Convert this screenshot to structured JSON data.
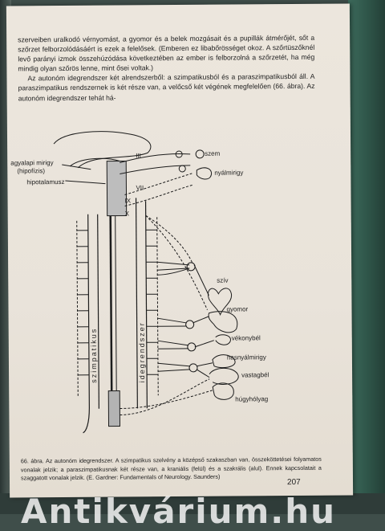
{
  "paragraphs": [
    "szerveiben uralkodó vérnyomást, a gyomor és a belek mozgásait és a pupillák átmérőjét, sőt a szőrzet felborzolódásáért is ezek a felelősek. (Emberen ez libabőrösséget okoz. A szőrtüszőknél levő parányi izmok összehúzódása következtében az ember is felborzolná a szőrzetét, ha még mindig olyan szőrös lenne, mint ősei voltak.)",
    "Az autonóm idegrendszer két alrendszerből: a szimpatikusból és a paraszimpatikusból áll. A paraszimpatikus rendszernek is két része van, a velőcső két végének megfelelően (66. ábra). Az autonóm idegrendszer tehát há-"
  ],
  "figure": {
    "labels_left": {
      "agyalapi": "agyalapi mirigy",
      "hipofizis": "(hipofízis)",
      "hipotalamusz": "hipotalamusz"
    },
    "roman": [
      "III",
      "VII",
      "IX",
      "X"
    ],
    "spine_left": "szimpatikus",
    "spine_right": "idegrendszer",
    "organs": [
      "szem",
      "nyálmirigy",
      "szív",
      "gyomor",
      "vékonybél",
      "hasnyálmirigy",
      "vastagbél",
      "húgyhólyag"
    ]
  },
  "caption": "66. ábra. Az autonóm idegrendszer. A szimpatikus szelvény a középső szakaszban van, összeköttetései folyamatos vonalak jelzik; a paraszimpatikusnak két része van, a kraniális (felül) és a szakrális (alul). Ennek kapcsolatait a szaggatott vonalak jelzik. (E. Gardner: Fundamentals of Neurology. Saunders)",
  "page_number": "207",
  "watermark": "Antikvárium.hu"
}
